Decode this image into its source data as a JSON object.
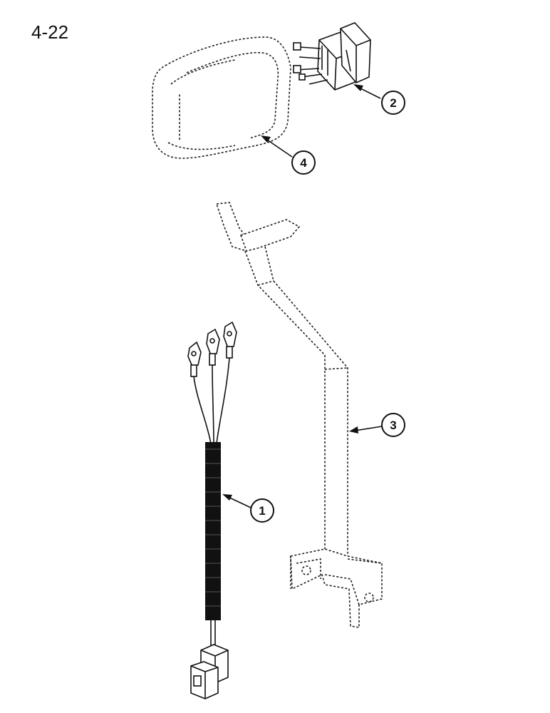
{
  "page": {
    "number": "4-22"
  },
  "callouts": [
    {
      "id": "1",
      "label": "1"
    },
    {
      "id": "2",
      "label": "2"
    },
    {
      "id": "3",
      "label": "3"
    },
    {
      "id": "4",
      "label": "4"
    }
  ],
  "colors": {
    "ink": "#111111",
    "paper": "#ffffff"
  }
}
